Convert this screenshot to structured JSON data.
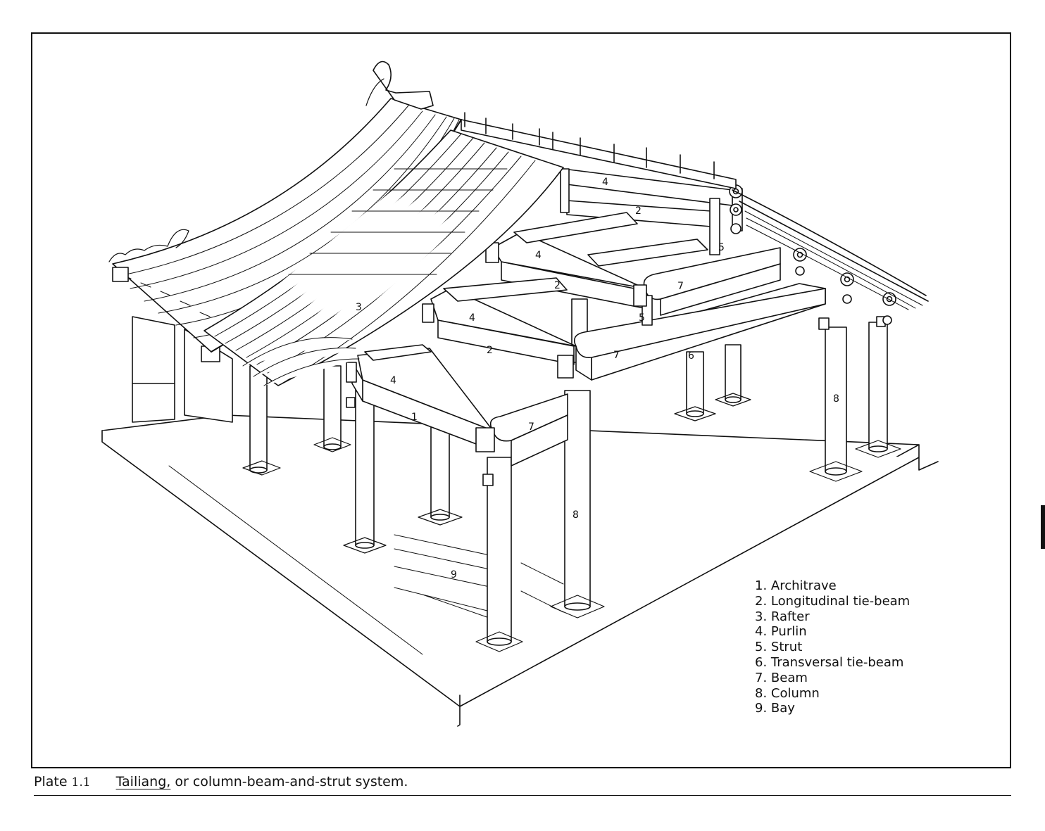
{
  "diagram": {
    "callouts": [
      {
        "id": "c1",
        "text": "1"
      },
      {
        "id": "c2a",
        "text": "2"
      },
      {
        "id": "c2b",
        "text": "2"
      },
      {
        "id": "c2c",
        "text": "2"
      },
      {
        "id": "c3",
        "text": "3"
      },
      {
        "id": "c4a",
        "text": "4"
      },
      {
        "id": "c4b",
        "text": "4"
      },
      {
        "id": "c4c",
        "text": "4"
      },
      {
        "id": "c4d",
        "text": "4"
      },
      {
        "id": "c5a",
        "text": "5"
      },
      {
        "id": "c5b",
        "text": "5"
      },
      {
        "id": "c6",
        "text": "6"
      },
      {
        "id": "c7a",
        "text": "7"
      },
      {
        "id": "c7b",
        "text": "7"
      },
      {
        "id": "c7c",
        "text": "7"
      },
      {
        "id": "c8a",
        "text": "8"
      },
      {
        "id": "c8b",
        "text": "8"
      },
      {
        "id": "c9",
        "text": "9"
      }
    ],
    "legend": [
      "1. Architrave",
      "2. Longitudinal tie-beam",
      "3. Rafter",
      "4. Purlin",
      "5. Strut",
      "6. Transversal tie-beam",
      "7. Beam",
      "8. Column",
      "9. Bay"
    ]
  },
  "caption": {
    "plate_word": "Plate",
    "plate_number": "1.1",
    "term": "Tailiang,",
    "description": " or column-beam-and-strut system."
  }
}
